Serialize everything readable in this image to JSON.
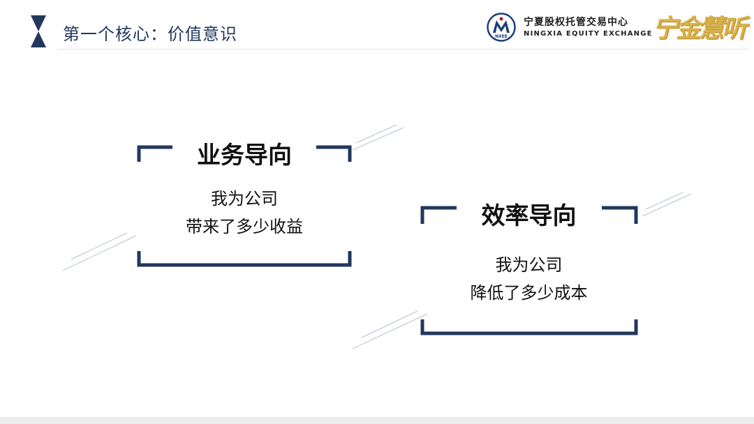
{
  "header": {
    "title": "第一个核心：价值意识",
    "logo_name_cn": "宁夏股权托管交易中心",
    "logo_name_en": "NINGXIA EQUITY EXCHANGE",
    "logo_mark_text": "NXEE",
    "slogan_calligraphy": "宁金慧听"
  },
  "cards": [
    {
      "title": "业务导向",
      "lines": [
        "我为公司",
        "带来了多少收益"
      ]
    },
    {
      "title": "效率导向",
      "lines": [
        "我为公司",
        "降低了多少成本"
      ]
    }
  ],
  "colors": {
    "accent_navy": "#23375d",
    "gold": "#d8b24a",
    "text": "#111111"
  },
  "icons": [
    "hourglass-icon",
    "nxee-logo-icon"
  ]
}
